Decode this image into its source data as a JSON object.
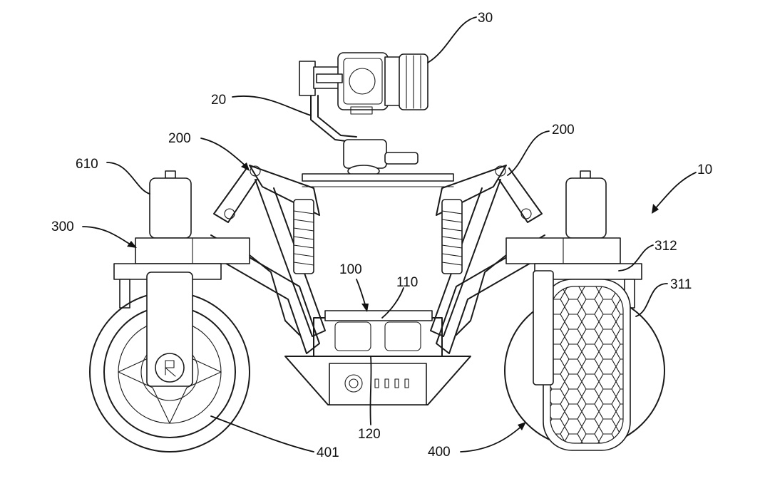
{
  "labels": [
    {
      "id": "ref-30",
      "text": "30"
    },
    {
      "id": "ref-20",
      "text": "20"
    },
    {
      "id": "ref-200-left",
      "text": "200"
    },
    {
      "id": "ref-200-right",
      "text": "200"
    },
    {
      "id": "ref-610",
      "text": "610"
    },
    {
      "id": "ref-10",
      "text": "10"
    },
    {
      "id": "ref-300",
      "text": "300"
    },
    {
      "id": "ref-312",
      "text": "312"
    },
    {
      "id": "ref-311",
      "text": "311"
    },
    {
      "id": "ref-100",
      "text": "100"
    },
    {
      "id": "ref-110",
      "text": "110"
    },
    {
      "id": "ref-120",
      "text": "120"
    },
    {
      "id": "ref-401",
      "text": "401"
    },
    {
      "id": "ref-400",
      "text": "400"
    }
  ]
}
